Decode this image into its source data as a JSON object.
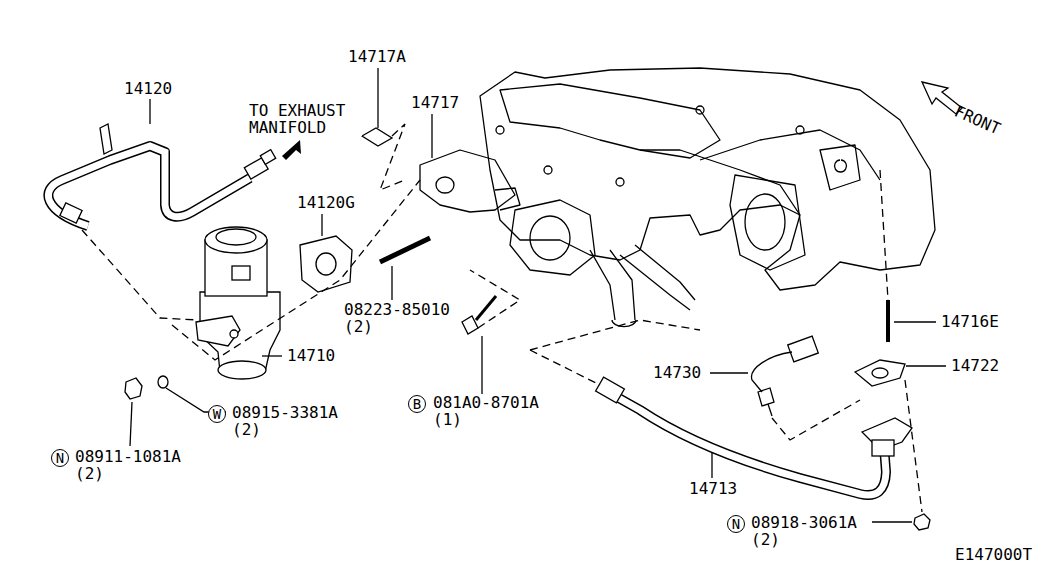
{
  "diagram": {
    "nodes": [
      {
        "text": [
          "B"
        ]
      },
      {
        "text": [
          "W"
        ]
      },
      {
        "text": [
          "N"
        ]
      },
      {
        "text": [
          "N"
        ]
      }
    ],
    "edges": [],
    "labels": [
      "14120",
      "TO EXHAUST MANIFOLD",
      "14717A",
      "14717",
      "FRONT",
      "14120G",
      "08223-85010",
      "(2)",
      "14716E",
      "14710",
      "14722",
      "14730",
      "081A0-8701A",
      "(1)",
      "08915-3381A",
      "(2)",
      "08911-1081A",
      "(2)",
      "14713",
      "08918-3061A",
      "(2)",
      "E147000T"
    ]
  }
}
